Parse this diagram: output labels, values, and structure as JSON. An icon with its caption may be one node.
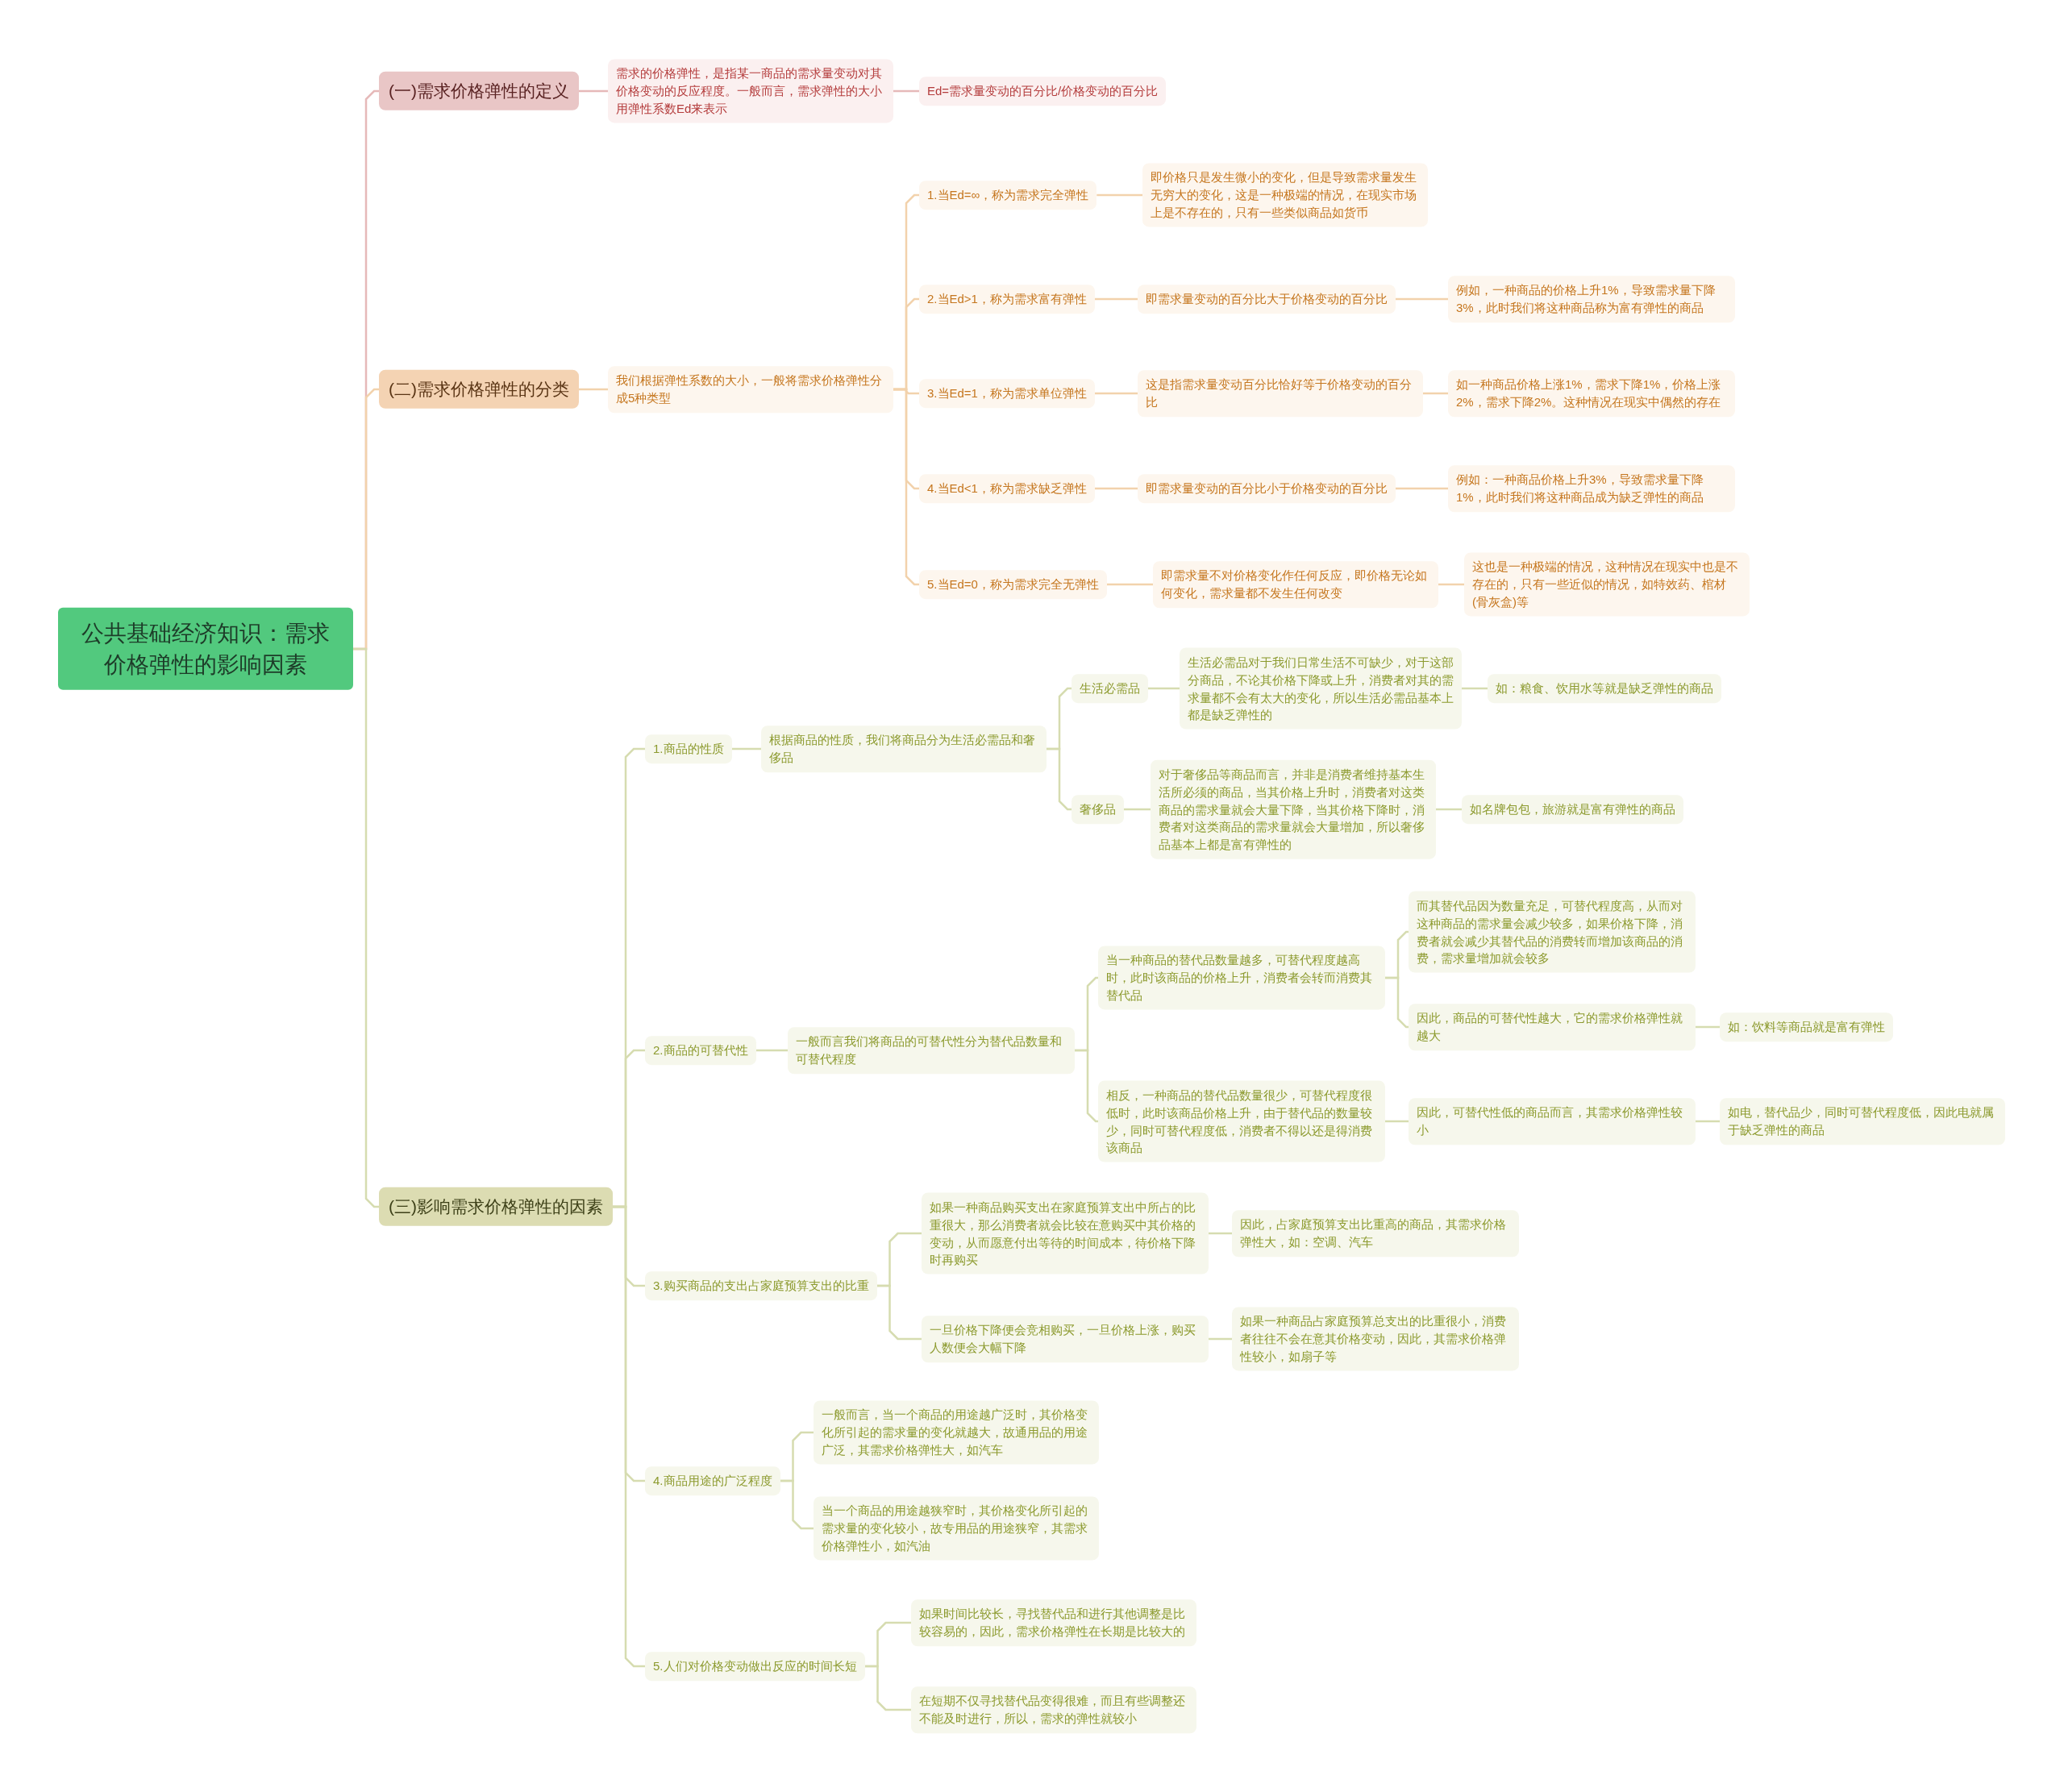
{
  "diagram": {
    "nodes": [
      {
        "text": [
          "公共基础经济知识：需求价格弹性的影响因素"
        ]
      },
      {
        "text": [
          "(一)需求价格弹性的定义"
        ]
      },
      {
        "text": [
          "需求的价格弹性，是指某一商品的需求量变动对其价格变动的反应程度。一般而言，需求弹性的大小用弹性系数Ed来表示"
        ]
      },
      {
        "text": [
          "Ed=需求量变动的百分比/价格变动的百分比"
        ]
      },
      {
        "text": [
          "(二)需求价格弹性的分类"
        ]
      },
      {
        "text": [
          "我们根据弹性系数的大小，一般将需求价格弹性分成5种类型"
        ]
      },
      {
        "text": [
          "1.当Ed=∞，称为需求完全弹性"
        ]
      },
      {
        "text": [
          "即价格只是发生微小的变化，但是导致需求量发生无穷大的变化，这是一种极端的情况，在现实市场上是不存在的，只有一些类似商品如货币"
        ]
      },
      {
        "text": [
          "2.当Ed>1，称为需求富有弹性"
        ]
      },
      {
        "text": [
          "即需求量变动的百分比大于价格变动的百分比"
        ]
      },
      {
        "text": [
          "例如，一种商品的价格上升1%，导致需求量下降3%，此时我们将这种商品称为富有弹性的商品"
        ]
      },
      {
        "text": [
          "3.当Ed=1，称为需求单位弹性"
        ]
      },
      {
        "text": [
          "这是指需求量变动百分比恰好等于价格变动的百分比"
        ]
      },
      {
        "text": [
          "如一种商品价格上涨1%，需求下降1%，价格上涨2%，需求下降2%。这种情况在现实中偶然的存在"
        ]
      },
      {
        "text": [
          "4.当Ed<1，称为需求缺乏弹性"
        ]
      },
      {
        "text": [
          "即需求量变动的百分比小于价格变动的百分比"
        ]
      },
      {
        "text": [
          "例如：一种商品价格上升3%，导致需求量下降1%，此时我们将这种商品成为缺乏弹性的商品"
        ]
      },
      {
        "text": [
          "5.当Ed=0，称为需求完全无弹性"
        ]
      },
      {
        "text": [
          "即需求量不对价格变化作任何反应，即价格无论如何变化，需求量都不发生任何改变"
        ]
      },
      {
        "text": [
          "这也是一种极端的情况，这种情况在现实中也是不存在的，只有一些近似的情况，如特效药、棺材(骨灰盒)等"
        ]
      },
      {
        "text": [
          "(三)影响需求价格弹性的因素"
        ]
      },
      {
        "text": [
          "1.商品的性质"
        ]
      },
      {
        "text": [
          "根据商品的性质，我们将商品分为生活必需品和奢侈品"
        ]
      },
      {
        "text": [
          "生活必需品"
        ]
      },
      {
        "text": [
          "生活必需品对于我们日常生活不可缺少，对于这部分商品，不论其价格下降或上升，消费者对其的需求量都不会有太大的变化，所以生活必需品基本上都是缺乏弹性的"
        ]
      },
      {
        "text": [
          "如：粮食、饮用水等就是缺乏弹性的商品"
        ]
      },
      {
        "text": [
          "奢侈品"
        ]
      },
      {
        "text": [
          "对于奢侈品等商品而言，并非是消费者维持基本生活所必须的商品，当其价格上升时，消费者对这类商品的需求量就会大量下降，当其价格下降时，消费者对这类商品的需求量就会大量增加，所以奢侈品基本上都是富有弹性的"
        ]
      },
      {
        "text": [
          "如名牌包包，旅游就是富有弹性的商品"
        ]
      },
      {
        "text": [
          "2.商品的可替代性"
        ]
      },
      {
        "text": [
          "一般而言我们将商品的可替代性分为替代品数量和可替代程度"
        ]
      },
      {
        "text": [
          "当一种商品的替代品数量越多，可替代程度越高时，此时该商品的价格上升，消费者会转而消费其替代品"
        ]
      },
      {
        "text": [
          "而其替代品因为数量充足，可替代程度高，从而对这种商品的需求量会减少较多，如果价格下降，消费者就会减少其替代品的消费转而增加该商品的消费，需求量增加就会较多"
        ]
      },
      {
        "text": [
          "因此，商品的可替代性越大，它的需求价格弹性就越大"
        ]
      },
      {
        "text": [
          "如：饮料等商品就是富有弹性"
        ]
      },
      {
        "text": [
          "相反，一种商品的替代品数量很少，可替代程度很低时，此时该商品价格上升，由于替代品的数量较少，同时可替代程度低，消费者不得以还是得消费该商品"
        ]
      },
      {
        "text": [
          "因此，可替代性低的商品而言，其需求价格弹性较小"
        ]
      },
      {
        "text": [
          "如电，替代品少，同时可替代程度低，因此电就属于缺乏弹性的商品"
        ]
      },
      {
        "text": [
          "3.购买商品的支出占家庭预算支出的比重"
        ]
      },
      {
        "text": [
          "如果一种商品购买支出在家庭预算支出中所占的比重很大，那么消费者就会比较在意购买中其价格的变动，从而愿意付出等待的时间成本，待价格下降时再购买"
        ]
      },
      {
        "text": [
          "因此，占家庭预算支出比重高的商品，其需求价格弹性大，如：空调、汽车"
        ]
      },
      {
        "text": [
          "一旦价格下降便会竞相购买，一旦价格上涨，购买人数便会大幅下降"
        ]
      },
      {
        "text": [
          "如果一种商品占家庭预算总支出的比重很小，消费者往往不会在意其价格变动，因此，其需求价格弹性较小，如扇子等"
        ]
      },
      {
        "text": [
          "4.商品用途的广泛程度"
        ]
      },
      {
        "text": [
          "一般而言，当一个商品的用途越广泛时，其价格变化所引起的需求量的变化就越大，故通用品的用途广泛，其需求价格弹性大，如汽车"
        ]
      },
      {
        "text": [
          "当一个商品的用途越狭窄时，其价格变化所引起的需求量的变化较小，故专用品的用途狭窄，其需求价格弹性小，如汽油"
        ]
      },
      {
        "text": [
          "5.人们对价格变动做出反应的时间长短"
        ]
      },
      {
        "text": [
          "如果时间比较长，寻找替代品和进行其他调整是比较容易的，因此，需求价格弹性在长期是比较大的"
        ]
      },
      {
        "text": [
          "在短期不仅寻找替代品变得很难，而且有些调整还不能及时进行，所以，需求的弹性就较小"
        ]
      }
    ],
    "edges": [
      {
        "from": 0,
        "to": 1,
        "arrow": "none",
        "color": "#e6b9b9"
      },
      {
        "from": 1,
        "to": 2,
        "arrow": "none",
        "color": "#e6b9b9"
      },
      {
        "from": 2,
        "to": 3,
        "arrow": "none",
        "color": "#e6b9b9"
      },
      {
        "from": 0,
        "to": 4,
        "arrow": "none",
        "color": "#f2d2ac"
      },
      {
        "from": 4,
        "to": 5,
        "arrow": "none",
        "color": "#f2d2ac"
      },
      {
        "from": 5,
        "to": 6,
        "arrow": "none",
        "color": "#f2d2ac"
      },
      {
        "from": 6,
        "to": 7,
        "arrow": "none",
        "color": "#f2d2ac"
      },
      {
        "from": 5,
        "to": 8,
        "arrow": "none",
        "color": "#f2d2ac"
      },
      {
        "from": 8,
        "to": 9,
        "arrow": "none",
        "color": "#f2d2ac"
      },
      {
        "from": 9,
        "to": 10,
        "arrow": "none",
        "color": "#f2d2ac"
      },
      {
        "from": 5,
        "to": 11,
        "arrow": "none",
        "color": "#f2d2ac"
      },
      {
        "from": 11,
        "to": 12,
        "arrow": "none",
        "color": "#f2d2ac"
      },
      {
        "from": 12,
        "to": 13,
        "arrow": "none",
        "color": "#f2d2ac"
      },
      {
        "from": 5,
        "to": 14,
        "arrow": "none",
        "color": "#f2d2ac"
      },
      {
        "from": 14,
        "to": 15,
        "arrow": "none",
        "color": "#f2d2ac"
      },
      {
        "from": 15,
        "to": 16,
        "arrow": "none",
        "color": "#f2d2ac"
      },
      {
        "from": 5,
        "to": 17,
        "arrow": "none",
        "color": "#f2d2ac"
      },
      {
        "from": 17,
        "to": 18,
        "arrow": "none",
        "color": "#f2d2ac"
      },
      {
        "from": 18,
        "to": 19,
        "arrow": "none",
        "color": "#f2d2ac"
      },
      {
        "from": 0,
        "to": 20,
        "arrow": "none"
      },
      {
        "from": 20,
        "to": 21,
        "arrow": "none"
      },
      {
        "from": 21,
        "to": 22,
        "arrow": "none"
      },
      {
        "from": 22,
        "to": 23,
        "arrow": "none"
      },
      {
        "from": 23,
        "to": 24,
        "arrow": "none"
      },
      {
        "from": 24,
        "to": 25,
        "arrow": "none"
      },
      {
        "from": 22,
        "to": 26,
        "arrow": "none"
      },
      {
        "from": 26,
        "to": 27,
        "arrow": "none"
      },
      {
        "from": 27,
        "to": 28,
        "arrow": "none"
      },
      {
        "from": 20,
        "to": 29,
        "arrow": "none"
      },
      {
        "from": 29,
        "to": 30,
        "arrow": "none"
      },
      {
        "from": 30,
        "to": 31,
        "arrow": "none"
      },
      {
        "from": 31,
        "to": 32,
        "arrow": "none"
      },
      {
        "from": 31,
        "to": 33,
        "arrow": "none"
      },
      {
        "from": 33,
        "to": 34,
        "arrow": "none"
      },
      {
        "from": 30,
        "to": 35,
        "arrow": "none"
      },
      {
        "from": 35,
        "to": 36,
        "arrow": "none"
      },
      {
        "from": 36,
        "to": 37,
        "arrow": "none"
      },
      {
        "from": 20,
        "to": 38,
        "arrow": "none"
      },
      {
        "from": 38,
        "to": 39,
        "arrow": "none"
      },
      {
        "from": 39,
        "to": 40,
        "arrow": "none"
      },
      {
        "from": 38,
        "to": 41,
        "arrow": "none"
      },
      {
        "from": 41,
        "to": 42,
        "arrow": "none"
      },
      {
        "from": 20,
        "to": 43,
        "arrow": "none"
      },
      {
        "from": 43,
        "to": 44,
        "arrow": "none"
      },
      {
        "from": 43,
        "to": 45,
        "arrow": "none"
      },
      {
        "from": 20,
        "to": 46,
        "arrow": "none"
      },
      {
        "from": 46,
        "to": 47,
        "arrow": "none"
      },
      {
        "from": 46,
        "to": 48,
        "arrow": "none"
      }
    ]
  }
}
